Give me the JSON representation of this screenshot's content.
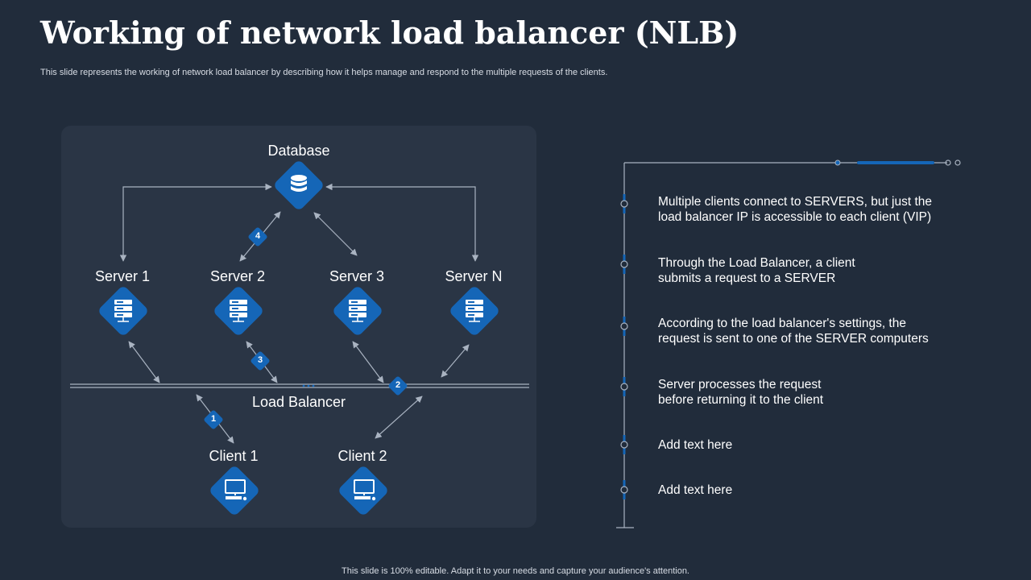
{
  "slide": {
    "title": "Working of network load balancer (NLB)",
    "subtitle": "This slide represents the working of network load balancer by describing how it helps manage and respond to the multiple requests of the clients.",
    "footer": "This slide is 100% editable. Adapt it to your needs and capture your audience's attention."
  },
  "diagram": {
    "database_label": "Database",
    "servers": [
      "Server 1",
      "Server 2",
      "Server 3",
      "Server N"
    ],
    "load_balancer_label": "Load Balancer",
    "clients": [
      "Client 1",
      "Client 2"
    ],
    "badges": [
      "1",
      "2",
      "3",
      "4"
    ]
  },
  "steps": [
    {
      "line1": "Multiple clients connect to SERVERS, but just the",
      "line2": "load balancer IP is accessible to each client (VIP)"
    },
    {
      "line1": "Through  the Load Balancer, a client",
      "line2": "submits a request to a SERVER"
    },
    {
      "line1": "According to the load balancer's settings, the",
      "line2": "request is sent to one of the SERVER computers"
    },
    {
      "line1": "Server processes the request",
      "line2": "before returning  it to the client"
    },
    {
      "line1": "Add text here",
      "line2": ""
    },
    {
      "line1": "Add text here",
      "line2": ""
    }
  ],
  "colors": {
    "background": "#212c3b",
    "panel": "#2a3545",
    "accent": "#1566b7",
    "line": "#a9b3c1"
  }
}
